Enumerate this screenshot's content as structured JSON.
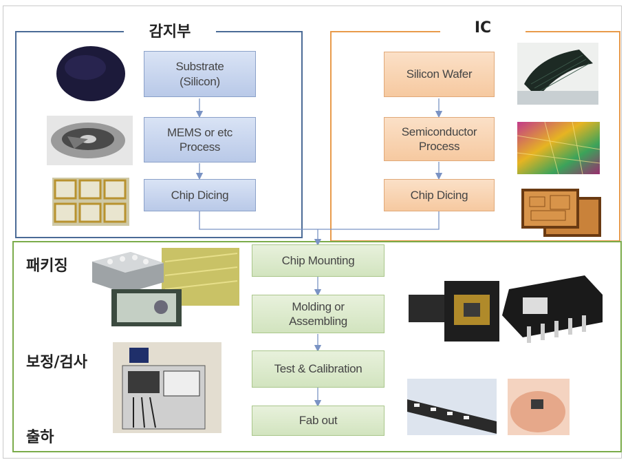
{
  "sensor_section": {
    "title": "감지부",
    "steps": [
      "Substrate\n(Silicon)",
      "MEMS or etc\nProcess",
      "Chip Dicing"
    ]
  },
  "ic_section": {
    "title": "IC",
    "steps": [
      "Silicon Wafer",
      "Semiconductor\nProcess",
      "Chip Dicing"
    ]
  },
  "packaging_section": {
    "labels": [
      "패키징",
      "보정/검사",
      "출하"
    ],
    "steps": [
      "Chip Mounting",
      "Molding or\nAssembling",
      "Test & Calibration",
      "Fab out"
    ]
  },
  "colors": {
    "sensor_border": "#4a6a96",
    "ic_border": "#e89a4a",
    "package_border": "#7aab4a",
    "arrow": "#7a93c4"
  }
}
